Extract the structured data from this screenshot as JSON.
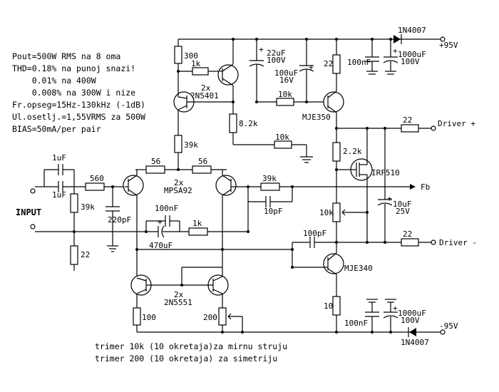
{
  "specs": [
    "Pout=500W RMS na 8 oma",
    "THD=0.18% na punoj snazi!",
    "    0.01% na 400W",
    "    0.008% na 300W i nize",
    "Fr.opseg=15Hz-130kHz (-1dB)",
    "Ul.osetlj.=1,55VRMS za 500W",
    "BIAS=50mA/per pair"
  ],
  "notes": [
    "trimer 10k (10 okretaja)za mirnu struju",
    "trimer 200 (10 okretaja) za simetriju"
  ],
  "labels": {
    "input": "INPUT",
    "driver_plus": "Driver +",
    "driver_minus": "Driver -",
    "fb": "Fb",
    "vplus": "+95V",
    "vminus": "-95V"
  },
  "components": {
    "r300": "300",
    "r1k_top": "1k",
    "q_2n5401_count": "2x",
    "q_2n5401": "2N5401",
    "c22u": "22uF",
    "c22u_v": "100V",
    "d_top": "1N4007",
    "c100n_top": "100nF",
    "c1000u_top": "1000uF",
    "c1000u_top_v": "100V",
    "r22_top": "22",
    "c100u": "100uF",
    "c100u_v": "16V",
    "r10k_a": "10k",
    "q_mje350": "MJE350",
    "r8k2": "8.2k",
    "r10k_b": "10k",
    "r22_drv": "22",
    "r39k_a": "39k",
    "r2k2": "2.2k",
    "q_irf510": "IRF510",
    "c1u_a": "1uF",
    "c1u_b": "1uF",
    "r560": "560",
    "r56_a": "56",
    "r56_b": "56",
    "q_mpsa92_count": "2x",
    "q_mpsa92": "MPSA92",
    "r39k_b": "39k",
    "c10p": "10pF",
    "c10u": "10uF",
    "c10u_v": "25V",
    "r39k_in": "39k",
    "c220p": "220pF",
    "c100n_mid": "100nF",
    "r1k_mid": "1k",
    "c470u": "470uF",
    "r10k_trim": "10k",
    "c100p": "100pF",
    "r22_low": "22",
    "r22_in": "22",
    "q_mje340": "MJE340",
    "q_2n5551_count": "2x",
    "q_2n5551": "2N5551",
    "r100": "100",
    "r200": "200",
    "r10_low": "10",
    "c100n_bot": "100nF",
    "c1000u_bot": "1000uF",
    "c1000u_bot_v": "100V",
    "d_bot": "1N4007"
  }
}
